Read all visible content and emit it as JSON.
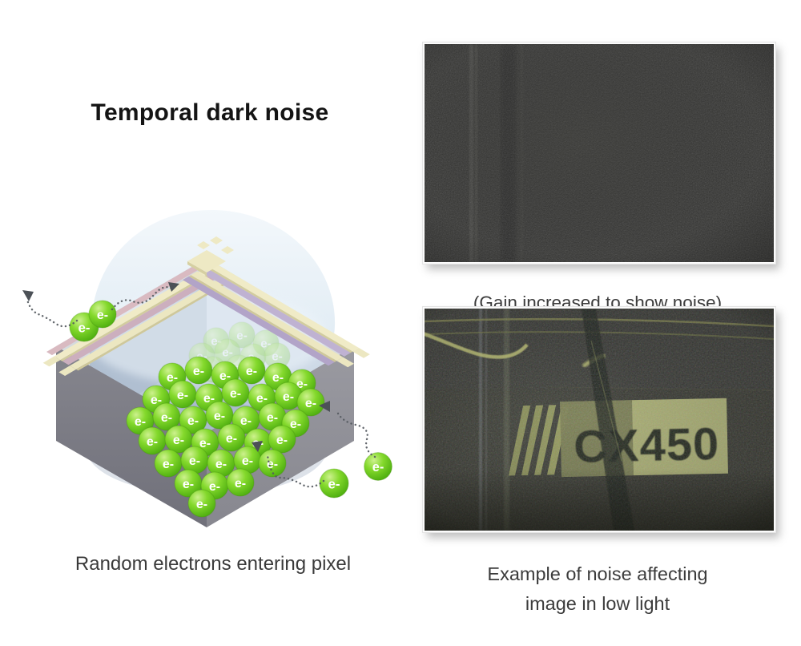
{
  "page_background": "#ffffff",
  "left_panel": {
    "title": "Temporal dark noise",
    "caption": "Random electrons entering pixel",
    "electron_label": "e-"
  },
  "right_panel": {
    "noise_photo": {
      "caption": "(Gain increased to show noise)"
    },
    "low_light_photo": {
      "caption_line1": "Example of noise affecting",
      "caption_line2": "image in low light",
      "device_label": "CX450"
    }
  },
  "colors": {
    "electron_green": "#74cc26",
    "well_gray": "#8b8b92",
    "microlens_blue": "#e4eef6",
    "device_label_bg": "#aab06c"
  }
}
